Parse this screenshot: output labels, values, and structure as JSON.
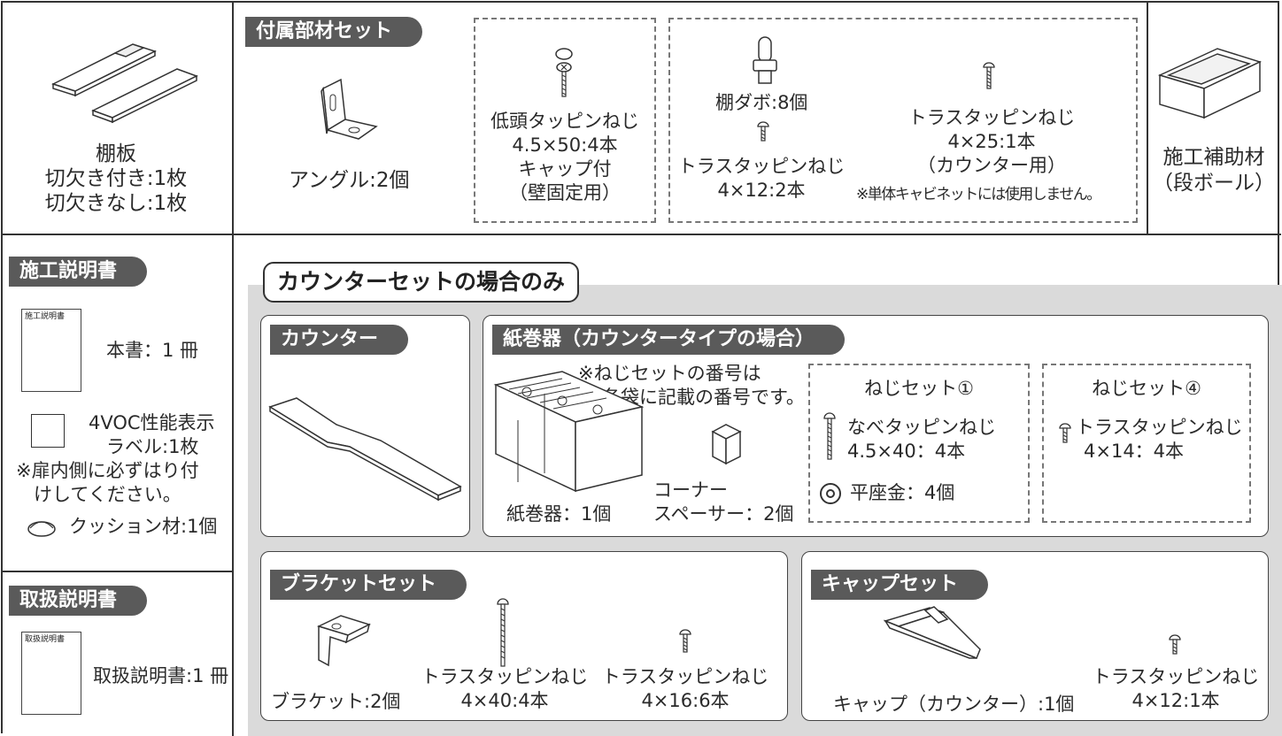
{
  "shelf": {
    "name": "棚板",
    "line1": "切欠き付き:1枚",
    "line2": "切欠きなし:1枚"
  },
  "accessories": {
    "header": "付属部材セット",
    "angle": "アングル:2個",
    "lowhead": {
      "l1": "低頭タッピンねじ",
      "l2": "4.5×50:4本",
      "l3": "キャップ付",
      "l4": "（壁固定用）"
    },
    "dowel": "棚ダボ:8個",
    "truss12": {
      "l1": "トラスタッピンねじ",
      "l2": "4×12:2本"
    },
    "truss25": {
      "l1": "トラスタッピンねじ",
      "l2": "4×25:1本",
      "l3": "（カウンター用）",
      "note": "※単体キャビネットには使用しません。"
    }
  },
  "aid": {
    "l1": "施工補助材",
    "l2": "（段ボール）"
  },
  "manual": {
    "header": "施工説明書",
    "doc_label": "施工説明書",
    "count": "本書：1 冊",
    "voc_l1": "4VOC性能表示",
    "voc_l2": "ラベル:1枚",
    "note_l1": "※扉内側に必ずはり付",
    "note_l2": "けしてください。",
    "cushion": "クッション材:1個"
  },
  "handling": {
    "header": "取扱説明書",
    "doc_label": "取扱説明書",
    "count": "取扱説明書:1 冊"
  },
  "counter_set": {
    "title": "カウンターセットの場合のみ",
    "counter": {
      "header": "カウンター"
    },
    "paper": {
      "header": "紙巻器（カウンタータイプの場合）",
      "note_l1": "※ねじセットの番号は",
      "note_l2": "各袋に記載の番号です。",
      "holder": "紙巻器：1個",
      "spacer_l1": "コーナー",
      "spacer_l2": "スペーサー：2個",
      "set1": {
        "title": "ねじセット①",
        "l1": "なべタッピンねじ",
        "l2": "4.5×40：4本",
        "washer": "平座金：4個"
      },
      "set4": {
        "title": "ねじセット④",
        "l1": "トラスタッピンねじ",
        "l2": "4×14：4本"
      }
    },
    "bracket": {
      "header": "ブラケットセット",
      "bracket": "ブラケット:2個",
      "s40_l1": "トラスタッピンねじ",
      "s40_l2": "4×40:4本",
      "s16_l1": "トラスタッピンねじ",
      "s16_l2": "4×16:6本"
    },
    "cap": {
      "header": "キャップセット",
      "cap": "キャップ（カウンター）:1個",
      "s12_l1": "トラスタッピンねじ",
      "s12_l2": "4×12:1本"
    }
  }
}
